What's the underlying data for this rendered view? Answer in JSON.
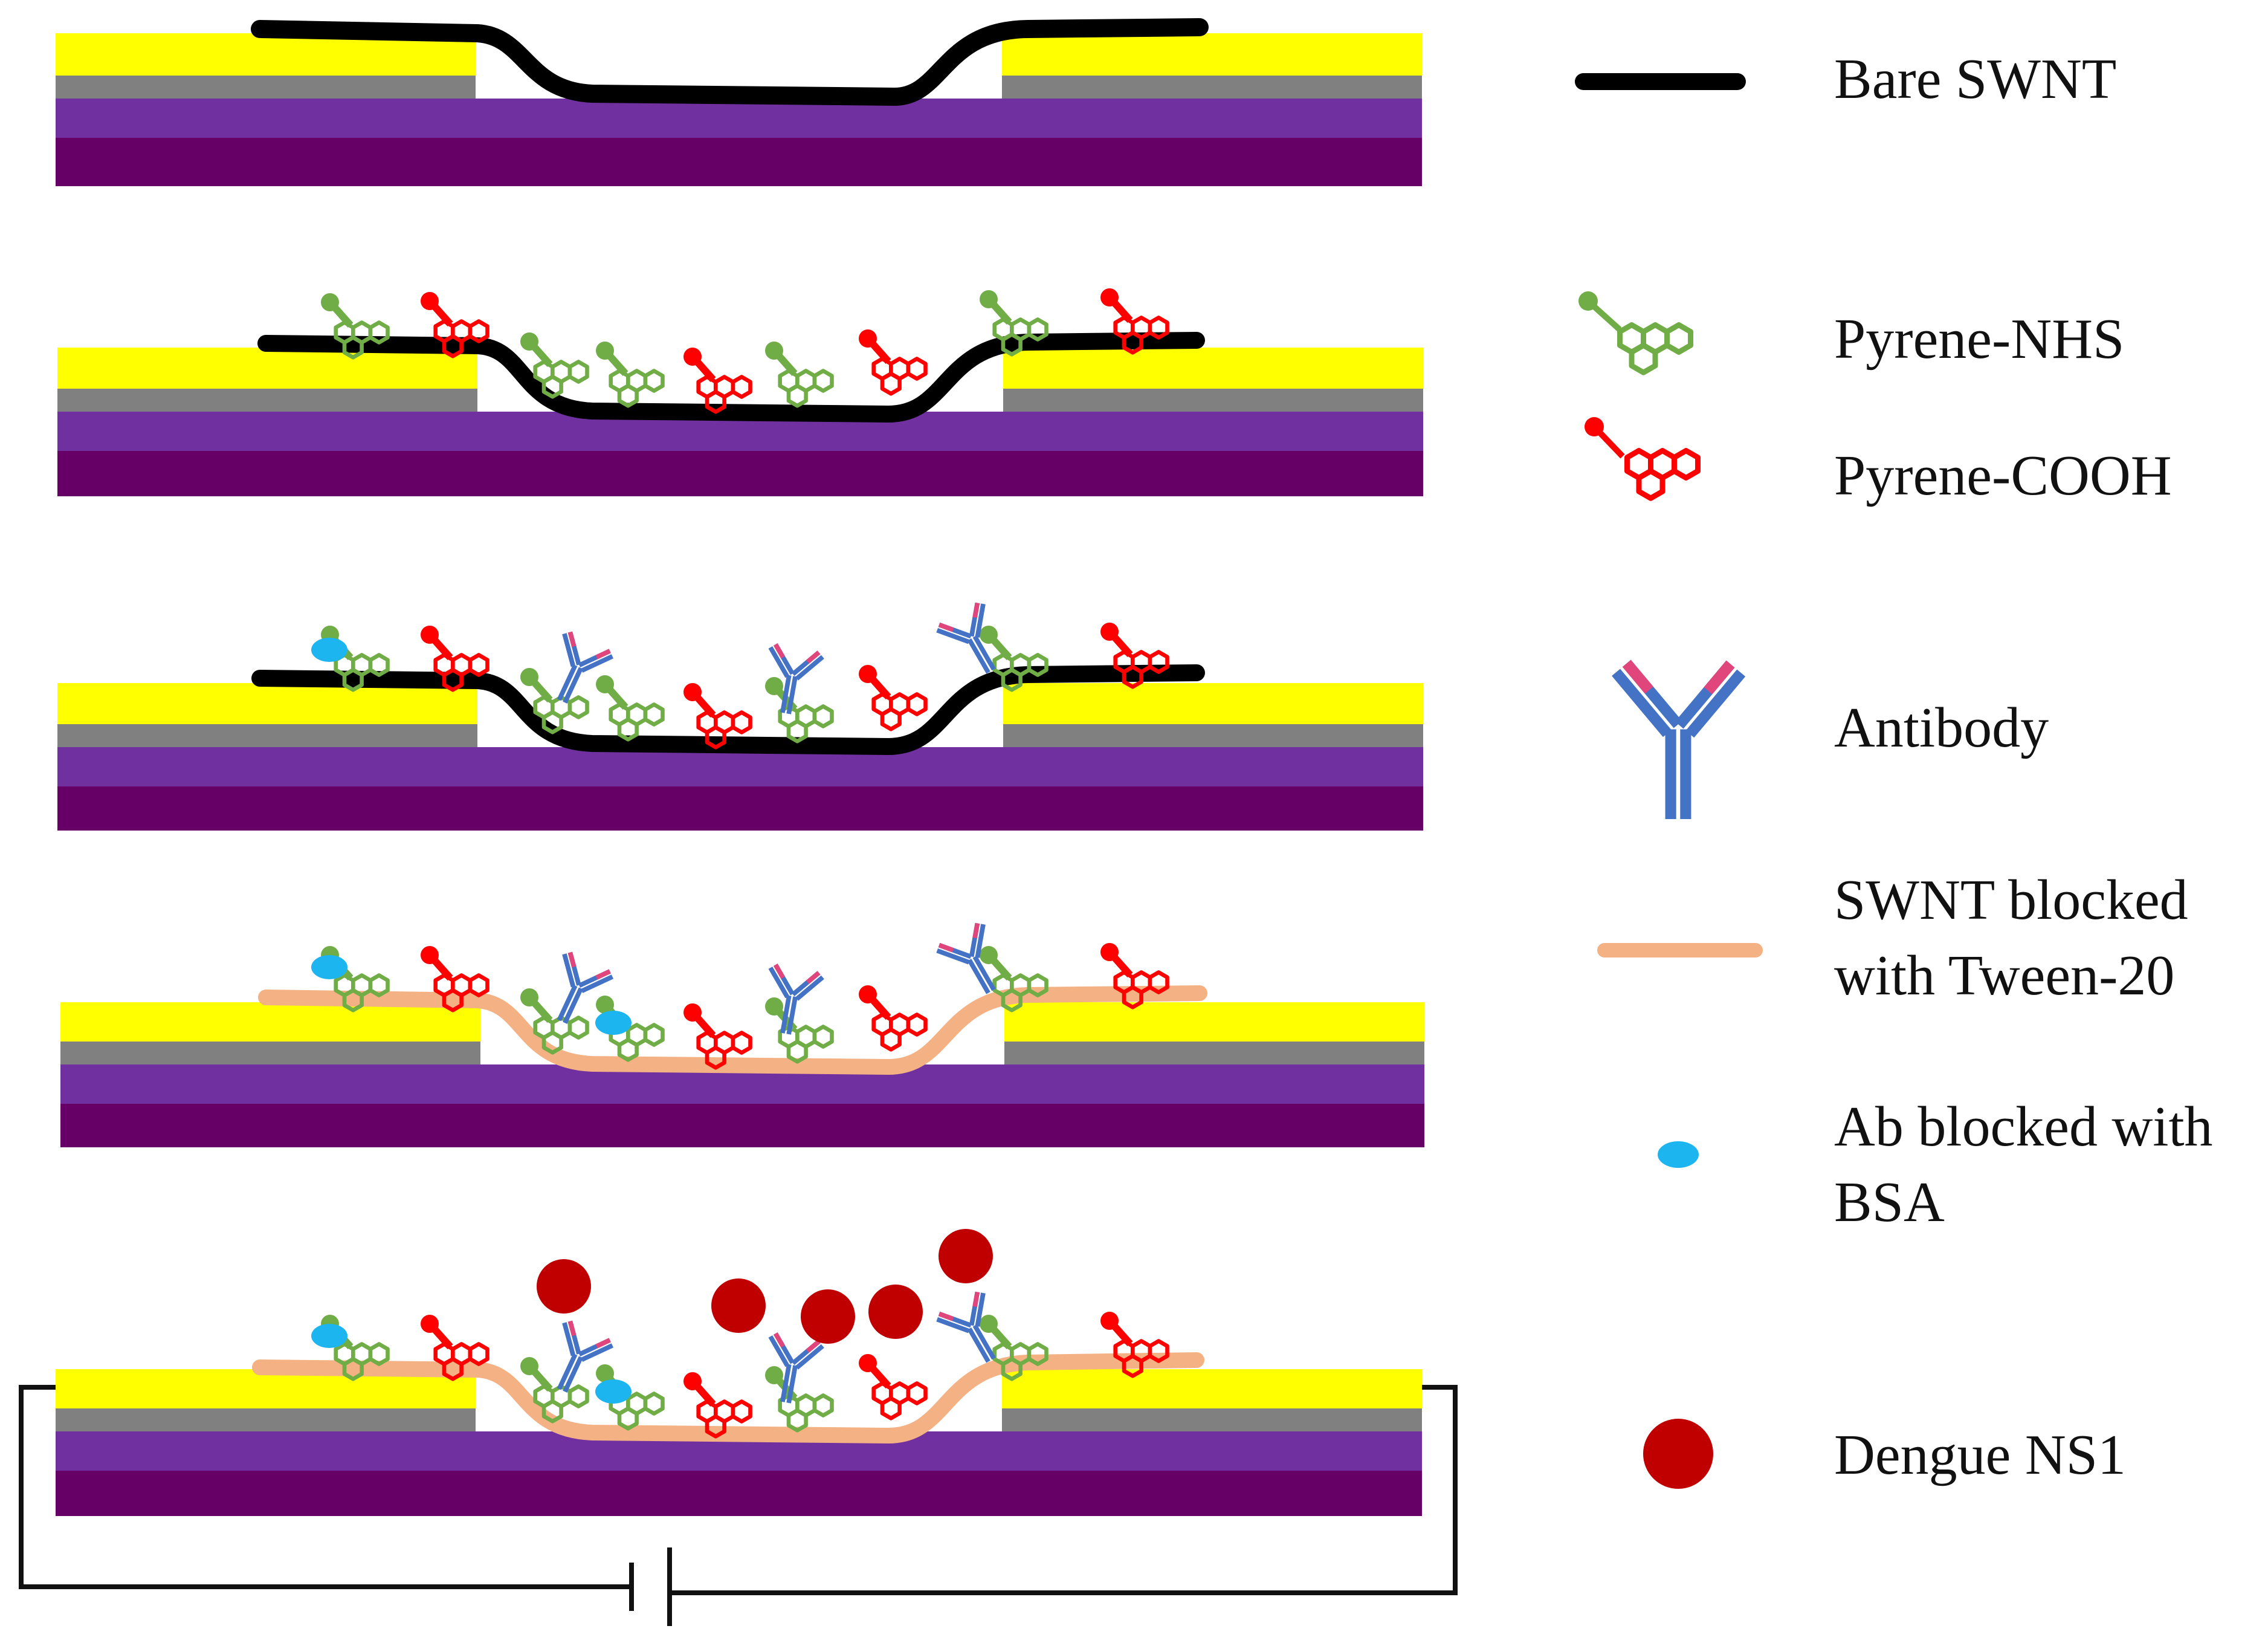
{
  "legend": {
    "bare_swnt": "Bare SWNT",
    "pyrene_nhs": "Pyrene-NHS",
    "pyrene_cooh": "Pyrene-COOH",
    "antibody": "Antibody",
    "swnt_blocked_line1": "SWNT blocked",
    "swnt_blocked_line2": "with Tween-20",
    "ab_blocked_line1": "Ab blocked with",
    "ab_blocked_line2": "BSA",
    "dengue_ns1": "Dengue NS1"
  },
  "stages": [
    {
      "step": 1,
      "nanotube": "bare",
      "pyrene_linkers": false,
      "antibodies": false,
      "bsa_blocking": false,
      "ns1_bound": false,
      "circuit": false
    },
    {
      "step": 2,
      "nanotube": "bare",
      "pyrene_linkers": true,
      "antibodies": false,
      "bsa_blocking": false,
      "ns1_bound": false,
      "circuit": false
    },
    {
      "step": 3,
      "nanotube": "bare",
      "pyrene_linkers": true,
      "antibodies": true,
      "bsa_blocking": true,
      "ns1_bound": false,
      "circuit": false
    },
    {
      "step": 4,
      "nanotube": "tween-blocked",
      "pyrene_linkers": true,
      "antibodies": true,
      "bsa_blocking": true,
      "ns1_bound": false,
      "circuit": false
    },
    {
      "step": 5,
      "nanotube": "tween-blocked",
      "pyrene_linkers": true,
      "antibodies": true,
      "bsa_blocking": true,
      "ns1_bound": true,
      "circuit": true
    }
  ],
  "colors": {
    "electrode": "#ffff00",
    "gray_layer": "#808080",
    "oxide": "#7030a0",
    "substrate": "#660066",
    "bare_swnt": "#000000",
    "tween_swnt": "#f4b183",
    "pyrene_nhs": "#70ad47",
    "pyrene_cooh": "#ff0000",
    "antibody_blue": "#4472c4",
    "antibody_pink": "#e0457b",
    "bsa": "#1cb5f0",
    "ns1": "#c00000"
  }
}
